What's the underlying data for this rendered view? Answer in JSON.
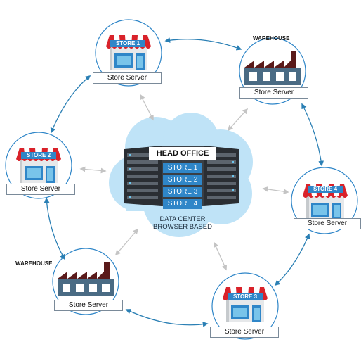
{
  "center": {
    "title": "HEAD OFFICE",
    "stores": [
      "STORE 1",
      "STORE 2",
      "STORE 3",
      "STORE 4"
    ],
    "caption_line1": "DATA CENTER",
    "caption_line2": "BROWSER BASED"
  },
  "nodes": {
    "store1": {
      "badge": "STORE 1",
      "label": "Store Server"
    },
    "store2": {
      "badge": "STORE 2",
      "label": "Store Server"
    },
    "store3": {
      "badge": "STORE 3",
      "label": "Store Server"
    },
    "store4": {
      "badge": "STORE 4",
      "label": "Store Server"
    },
    "warehouse_top": {
      "title": "WAREHOUSE",
      "label": "Store Server"
    },
    "warehouse_left": {
      "title": "WAREHOUSE",
      "label": "Store Server"
    }
  },
  "colors": {
    "accent_blue": "#2f86c8",
    "cloud": "#bfe3f7",
    "awning_red": "#d9222a",
    "factory_dark": "#5a1a1a",
    "factory_wall": "#4a6b84",
    "arrow_blue": "#2a7fb4",
    "arrow_grey": "#c4c4c4"
  }
}
